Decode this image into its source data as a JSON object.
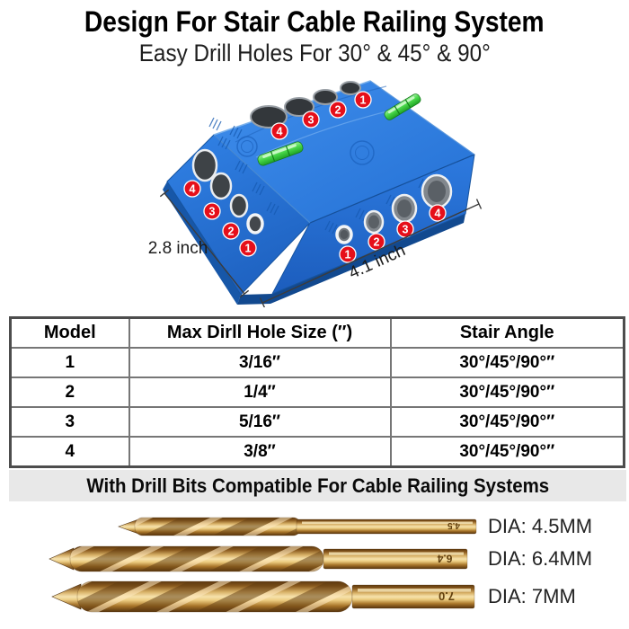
{
  "header": {
    "title": "Design For Stair Cable Railing System",
    "subtitle": "Easy Drill Holes For 30° & 45° & 90°"
  },
  "product": {
    "dimension_width": "2.8 inch",
    "dimension_length": "4.1 inch",
    "top_hole_numbers": [
      "1",
      "2",
      "3",
      "4"
    ],
    "left_hole_numbers": [
      "4",
      "3",
      "2",
      "1"
    ],
    "front_hole_numbers": [
      "1",
      "2",
      "3",
      "4"
    ]
  },
  "table": {
    "columns": [
      "Model",
      "Max Dirll Hole Size (″)",
      "Stair Angle"
    ],
    "rows": [
      {
        "model": "1",
        "size": "3/16″",
        "angle": "30°/45°/90°″"
      },
      {
        "model": "2",
        "size": "1/4″",
        "angle": "30°/45°/90°″"
      },
      {
        "model": "3",
        "size": "5/16″",
        "angle": "30°/45°/90°″"
      },
      {
        "model": "4",
        "size": "3/8″",
        "angle": "30°/45°/90°″"
      }
    ]
  },
  "banner": {
    "text": "With Drill Bits Compatible For Cable Railing Systems"
  },
  "drill_bits": [
    {
      "label": "DIA: 4.5MM",
      "engraving": "4.5"
    },
    {
      "label": "DIA: 6.4MM",
      "engraving": "6.4"
    },
    {
      "label": "DIA: 7MM",
      "engraving": "7.0"
    }
  ],
  "colors": {
    "jig_blue": "#2e7fe0",
    "badge_red": "#e60f1a",
    "level_green": "#49d84a",
    "bit_gold": "#d9b268",
    "band_gray": "#e8e8e8",
    "table_border": "#767676"
  }
}
